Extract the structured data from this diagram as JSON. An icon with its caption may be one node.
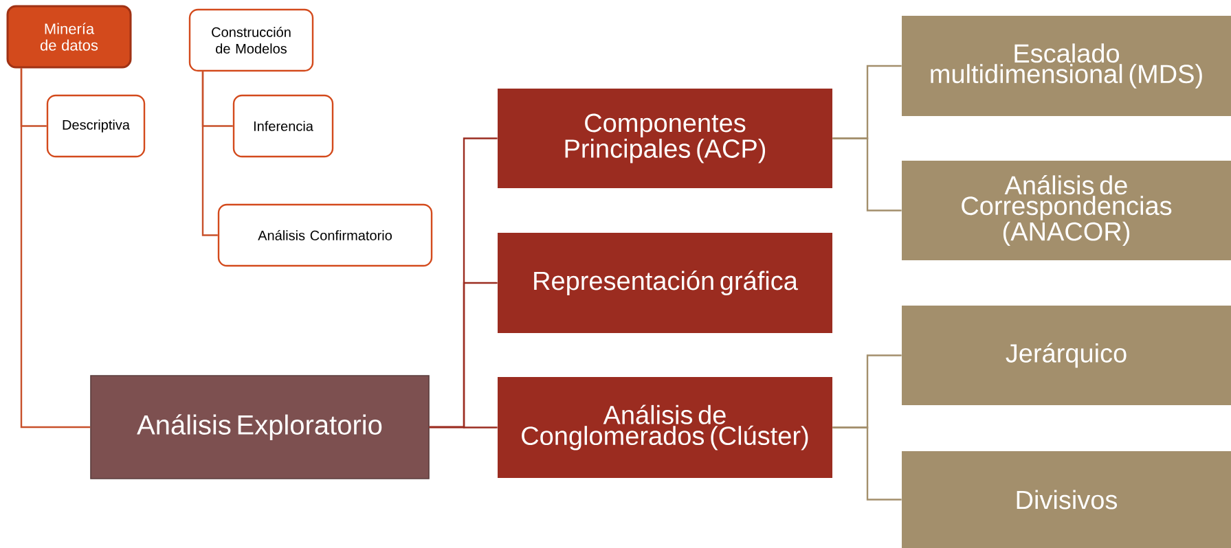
{
  "diagram": {
    "nodes": [
      {
        "text": [
          "Minería de datos"
        ]
      },
      {
        "text": [
          "Construcción de Modelos"
        ]
      },
      {
        "text": [
          "Descriptiva"
        ]
      },
      {
        "text": [
          "Inferencia"
        ]
      },
      {
        "text": [
          "Análisis Confirmatorio"
        ]
      },
      {
        "text": [
          "Análisis Exploratorio"
        ]
      },
      {
        "text": [
          "Componentes Principales (ACP)"
        ]
      },
      {
        "text": [
          "Representación gráfica"
        ]
      },
      {
        "text": [
          "Análisis de Conglomerados (Clúster)"
        ]
      },
      {
        "text": [
          "Escalado multidimensional (MDS)"
        ]
      },
      {
        "text": [
          "Análisis de Correspondencias (ANACOR)"
        ]
      },
      {
        "text": [
          "Jerárquico"
        ]
      },
      {
        "text": [
          "Divisivos"
        ]
      }
    ],
    "edges": [
      {
        "from": 0,
        "to": 2,
        "arrow": "none",
        "color": "#c8502a"
      },
      {
        "from": 0,
        "to": 5,
        "arrow": "none",
        "color": "#c8502a"
      },
      {
        "from": 1,
        "to": 3,
        "arrow": "none",
        "color": "#c8502a"
      },
      {
        "from": 1,
        "to": 4,
        "arrow": "none",
        "color": "#c8502a"
      },
      {
        "from": 5,
        "to": 6,
        "arrow": "none",
        "color": "#9b2c20"
      },
      {
        "from": 5,
        "to": 7,
        "arrow": "none",
        "color": "#9b2c20"
      },
      {
        "from": 5,
        "to": 8,
        "arrow": "none",
        "color": "#9b2c20"
      },
      {
        "from": 6,
        "to": 9,
        "arrow": "none",
        "color": "#a38f6c"
      },
      {
        "from": 6,
        "to": 10,
        "arrow": "none",
        "color": "#a38f6c"
      },
      {
        "from": 8,
        "to": 11,
        "arrow": "none",
        "color": "#a38f6c"
      },
      {
        "from": 8,
        "to": 12,
        "arrow": "none",
        "color": "#a38f6c"
      }
    ]
  }
}
